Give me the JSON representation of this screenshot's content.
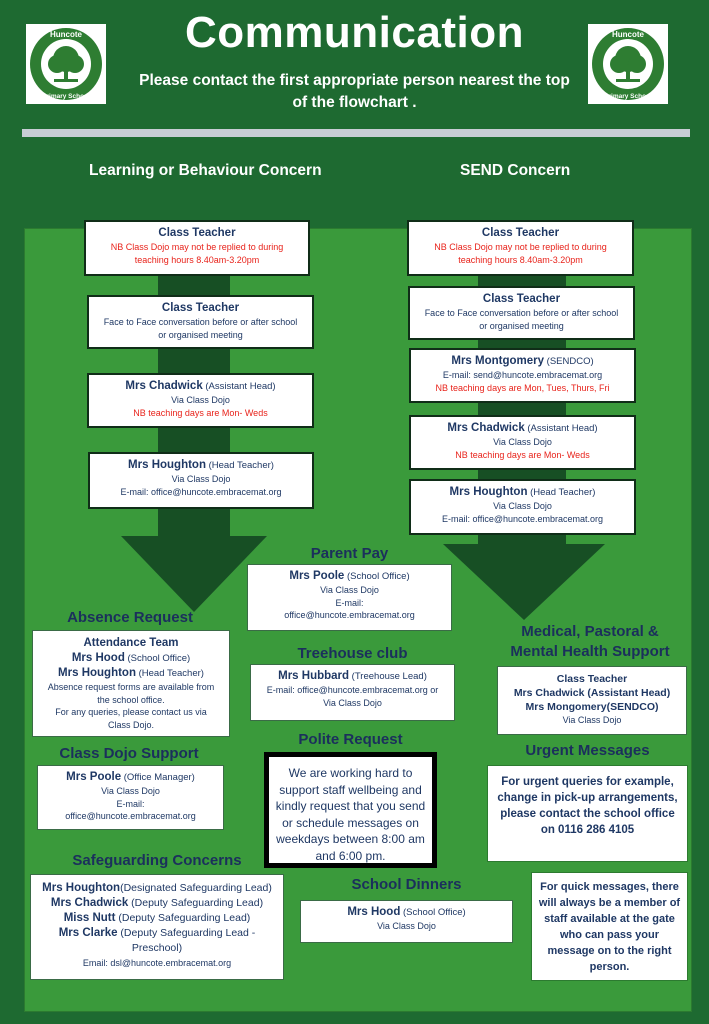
{
  "header": {
    "title": "Communication",
    "subtitle": "Please contact the first appropriate person nearest the top of the flowchart .",
    "logo_text_top": "Huncote",
    "logo_text_bottom": "Primary School"
  },
  "columns": {
    "left_heading": "Learning or Behaviour Concern",
    "right_heading": "SEND Concern"
  },
  "left_flow": [
    {
      "name": "Class Teacher",
      "role": "",
      "lines": [],
      "red": [
        "NB Class Dojo may not be replied to during",
        "teaching hours 8.40am-3.20pm"
      ]
    },
    {
      "name": "Class Teacher",
      "role": "",
      "lines": [
        "Face to Face conversation before or after school",
        "or organised meeting"
      ],
      "red": []
    },
    {
      "name": "Mrs Chadwick",
      "role": " (Assistant Head)",
      "lines": [
        "Via Class Dojo"
      ],
      "red": [
        "NB teaching days are Mon- Weds"
      ]
    },
    {
      "name": "Mrs Houghton",
      "role": " (Head Teacher)",
      "lines": [
        "Via Class Dojo",
        "E-mail: office@huncote.embracemat.org"
      ],
      "red": []
    }
  ],
  "right_flow": [
    {
      "name": "Class Teacher",
      "role": "",
      "lines": [],
      "red": [
        "NB Class Dojo may not be replied to during",
        "teaching hours 8.40am-3.20pm"
      ]
    },
    {
      "name": "Class Teacher",
      "role": "",
      "lines": [
        "Face to Face conversation before or after school",
        "or organised meeting"
      ],
      "red": []
    },
    {
      "name": "Mrs Montgomery",
      "role": " (SENDCO)",
      "lines": [
        "E-mail: send@huncote.embracemat.org"
      ],
      "red": [
        "NB teaching days are Mon, Tues, Thurs, Fri"
      ]
    },
    {
      "name": "Mrs Chadwick",
      "role": " (Assistant Head)",
      "lines": [
        "Via Class Dojo"
      ],
      "red": [
        "NB teaching days are Mon- Weds"
      ]
    },
    {
      "name": "Mrs Houghton",
      "role": " (Head Teacher)",
      "lines": [
        "Via Class Dojo",
        "E-mail: office@huncote.embracemat.org"
      ],
      "red": []
    }
  ],
  "parent_pay": {
    "heading": "Parent Pay",
    "name": "Mrs Poole",
    "role": " (School Office)",
    "lines": [
      "Via Class Dojo",
      "E-mail:",
      "office@huncote.embracemat.org"
    ]
  },
  "absence": {
    "heading": "Absence Request",
    "team": "Attendance Team",
    "p1_name": "Mrs Hood",
    "p1_role": "  (School Office)",
    "p2_name": "Mrs Houghton",
    "p2_role": " (Head Teacher)",
    "lines": [
      "Absence request forms are available from",
      "the school office.",
      "For any queries, please contact us via",
      "Class Dojo."
    ]
  },
  "treehouse": {
    "heading": "Treehouse club",
    "name": "Mrs Hubbard",
    "role": " (Treehouse Lead)",
    "lines": [
      "E-mail: office@huncote.embracemat.org or",
      "Via Class Dojo"
    ]
  },
  "medical": {
    "heading_line1": "Medical, Pastoral &",
    "heading_line2": "Mental Health Support",
    "lines": [
      "Class Teacher",
      "Mrs Chadwick (Assistant Head)",
      "Mrs Mongomery(SENDCO)"
    ],
    "via": "Via Class Dojo"
  },
  "dojo_support": {
    "heading": "Class Dojo Support",
    "name": "Mrs Poole",
    "role": " (Office Manager)",
    "lines": [
      "Via Class Dojo",
      "E-mail:",
      "office@huncote.embracemat.org"
    ]
  },
  "polite": {
    "heading": "Polite Request",
    "text": "We are working hard to support staff wellbeing and kindly request that you send or schedule messages on weekdays between 8:00 am and 6:00 pm."
  },
  "urgent": {
    "heading": "Urgent Messages",
    "text": "For urgent queries for example, change in pick-up arrangements, please contact the school office",
    "phone": "on  0116 286 4105"
  },
  "safeguarding": {
    "heading": "Safeguarding Concerns",
    "people": [
      {
        "name": "Mrs Houghton",
        "role": "(Designated Safeguarding Lead)"
      },
      {
        "name": "Mrs Chadwick",
        "role": " (Deputy Safeguarding Lead)"
      },
      {
        "name": "Miss Nutt",
        "role": " (Deputy Safeguarding Lead)"
      },
      {
        "name": "Mrs Clarke",
        "role": " (Deputy Safeguarding Lead - Preschool)"
      }
    ],
    "email": "Email: dsl@huncote.embracemat.org"
  },
  "dinners": {
    "heading": "School Dinners",
    "name": "Mrs Hood",
    "role": " (School Office)",
    "lines": [
      "Via Class Dojo"
    ]
  },
  "quick": {
    "text": "For quick messages, there will always be a member of staff available at the gate who can pass your message on to the right person."
  },
  "colors": {
    "background": "#1e6a31",
    "panel": "#3a9a3b",
    "arrow": "#174f24",
    "heading_text": "#1b2f5c",
    "body_text": "#1f3864",
    "warning_text": "#e8231b"
  }
}
